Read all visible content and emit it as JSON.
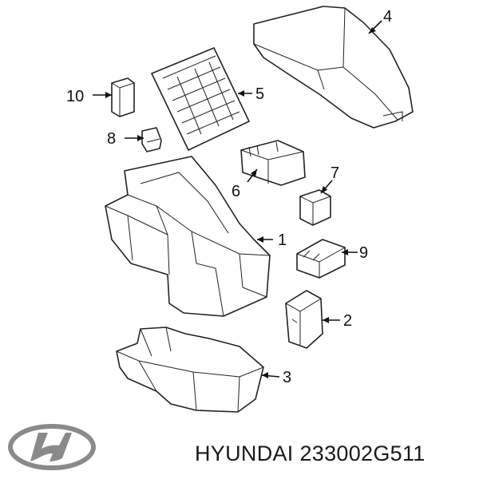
{
  "diagram": {
    "callouts": [
      {
        "id": "1",
        "label": "1"
      },
      {
        "id": "2",
        "label": "2"
      },
      {
        "id": "3",
        "label": "3"
      },
      {
        "id": "4",
        "label": "4"
      },
      {
        "id": "5",
        "label": "5"
      },
      {
        "id": "6",
        "label": "6"
      },
      {
        "id": "7",
        "label": "7"
      },
      {
        "id": "8",
        "label": "8"
      },
      {
        "id": "9",
        "label": "9"
      },
      {
        "id": "10",
        "label": "10"
      }
    ]
  },
  "footer": {
    "brand": "HYUNDAI",
    "part_number": "233002G511",
    "logo_icon": "hyundai-logo-icon"
  }
}
